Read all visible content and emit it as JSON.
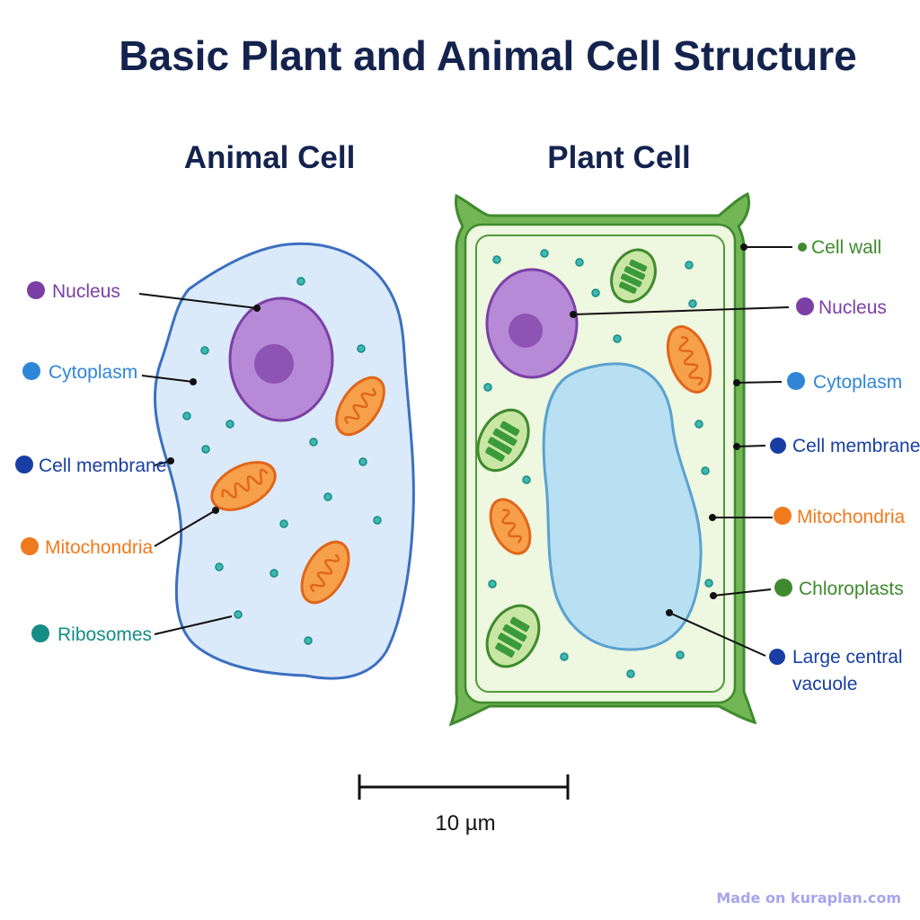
{
  "title": "Basic Plant and Animal Cell Structure",
  "animal_cell": {
    "heading": "Animal Cell",
    "labels": {
      "nucleus": "Nucleus",
      "cytoplasm": "Cytoplasm",
      "membrane": "Cell membrane",
      "mitochondria": "Mitochondria",
      "ribosomes": "Ribosomes"
    }
  },
  "plant_cell": {
    "heading": "Plant Cell",
    "labels": {
      "wall": "Cell wall",
      "nucleus": "Nucleus",
      "cytoplasm": "Cytoplasm",
      "membrane": "Cell membrane",
      "mitochondria": "Mitochondria",
      "chloroplasts": "Chloroplasts",
      "vacuole_line1": "Large central",
      "vacuole_line2": "vacuole"
    }
  },
  "scale_bar": {
    "label": "10 µm"
  },
  "watermark": "Made on kuraplan.com",
  "colors": {
    "title": "#14234e",
    "nucleus": "#7b3fa6",
    "cytoplasm": "#2f86d6",
    "membrane": "#183ea3",
    "mitochondria": "#f07a1e",
    "ribosomes": "#158c86",
    "chloroplasts": "#3f8a2e",
    "wall": "#3f8a2e",
    "vacuole": "#183ea3"
  }
}
